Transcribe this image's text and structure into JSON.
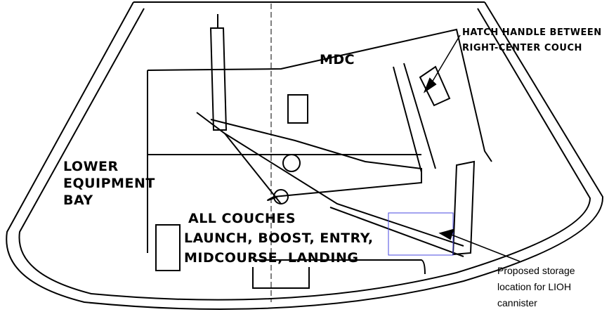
{
  "labels": {
    "mdc": "MDC",
    "lower_equipment_bay": [
      "LOWER",
      "EQUIPMENT",
      "BAY"
    ],
    "all_couches": "ALL COUCHES",
    "couch_modes": [
      "LAUNCH, BOOST, ENTRY,",
      "MIDCOURSE, LANDING"
    ],
    "hatch_handle": [
      "HATCH HANDLE BETWEEN",
      "RIGHT-CENTER COUCH"
    ],
    "proposed_storage": [
      "Proposed storage",
      "location for LIOH",
      "cannister"
    ]
  },
  "colors": {
    "line": "#000000",
    "highlight_box": "#4a4ae0"
  }
}
